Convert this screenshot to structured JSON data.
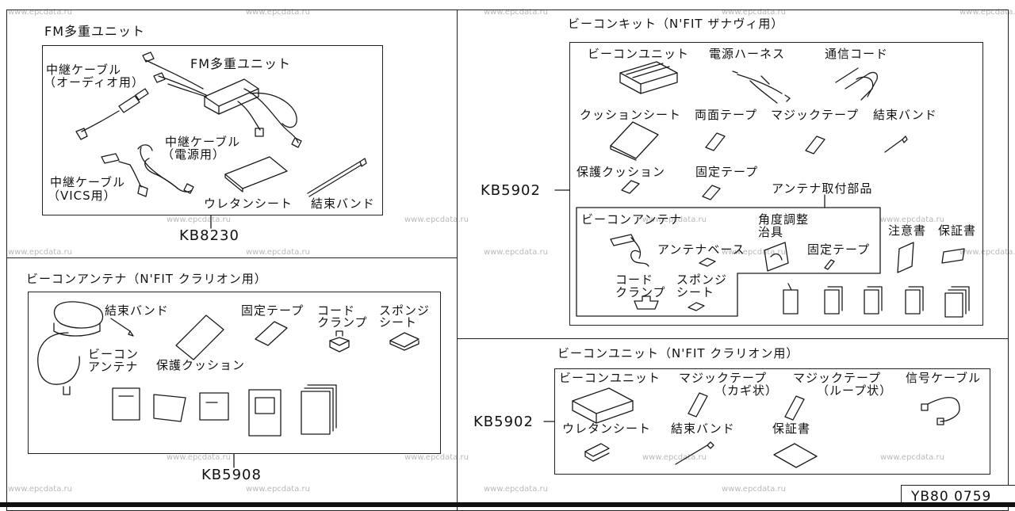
{
  "watermark": "www.epcdata.ru",
  "diagram_ref": "YB80 0759",
  "fm_panel": {
    "title": "FM多重ユニット",
    "code": "KB8230",
    "labels": {
      "relay_audio_1": "中継ケーブル",
      "relay_audio_2": "（オーディオ用）",
      "fm_unit": "FM多重ユニット",
      "relay_power_1": "中継ケーブル",
      "relay_power_2": "（電源用）",
      "relay_vics_1": "中継ケーブル",
      "relay_vics_2": "（VICS用）",
      "urethane_sheet": "ウレタンシート",
      "cable_tie": "結束バンド"
    }
  },
  "antenna_panel": {
    "title": "ビーコンアンテナ（N'FIT クラリオン用）",
    "code": "KB5908",
    "labels": {
      "cable_tie": "結束バンド",
      "fixing_tape": "固定テープ",
      "cord_clamp_1": "コード",
      "cord_clamp_2": "クランプ",
      "sponge_1": "スポンジ",
      "sponge_2": "シート",
      "beacon_antenna_1": "ビーコン",
      "beacon_antenna_2": "アンテナ",
      "protect_cushion": "保護クッション"
    }
  },
  "kit_panel": {
    "title": "ビーコンキット（N'FIT ザナヴィ用）",
    "code": "KB5902",
    "labels": {
      "beacon_unit": "ビーコンユニット",
      "power_harness": "電源ハーネス",
      "comm_cord": "通信コード",
      "cushion_sheet": "クッションシート",
      "double_tape": "両面テープ",
      "magic_tape": "マジックテープ",
      "cable_tie": "結束バンド",
      "protect_cushion": "保護クッション",
      "fixing_tape": "固定テープ",
      "antenna_parts": "アンテナ取付部品",
      "beacon_antenna": "ビーコンアンテナ",
      "angle_jig_1": "角度調整",
      "angle_jig_2": "治具",
      "antenna_base": "アンテナベース",
      "fixing_tape_2": "固定テープ",
      "cord_clamp_1": "コード",
      "cord_clamp_2": "クランプ",
      "sponge_1": "スポンジ",
      "sponge_2": "シート",
      "caution_doc": "注意書",
      "warranty": "保証書"
    }
  },
  "unit_panel": {
    "title": "ビーコンユニット（N'FIT クラリオン用）",
    "code": "KB5902",
    "labels": {
      "beacon_unit": "ビーコンユニット",
      "magic_tape_hook_1": "マジックテープ",
      "magic_tape_hook_2": "（カギ状）",
      "magic_tape_loop_1": "マジックテープ",
      "magic_tape_loop_2": "（ループ状）",
      "signal_cable": "信号ケーブル",
      "urethane_sheet": "ウレタンシート",
      "cable_tie": "結束バンド",
      "warranty": "保証書"
    }
  }
}
